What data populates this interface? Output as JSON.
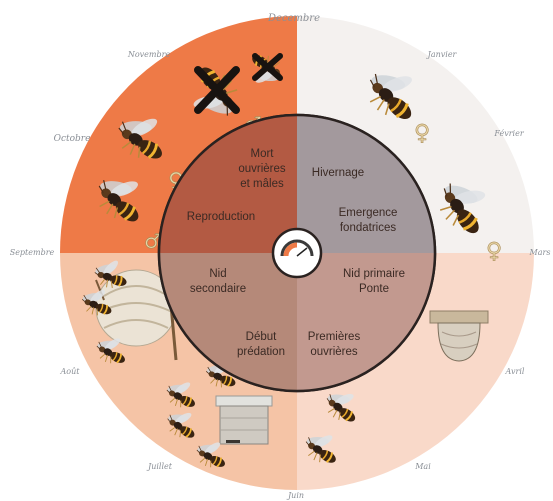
{
  "months": {
    "decembre": "Decembre",
    "janvier": "Janvier",
    "fevrier": "Février",
    "mars": "Mars",
    "avril": "Avril",
    "mai": "Mai",
    "juin": "Juin",
    "juillet": "Juillet",
    "aout": "Août",
    "septembre": "Septembre",
    "octobre": "Octobre",
    "novembre": "Novembre"
  },
  "phases": {
    "mort": [
      "Mort",
      "ouvrières",
      "et mâles"
    ],
    "reproduction": "Reproduction",
    "hivernage": "Hivernage",
    "emergence": [
      "Emergence",
      "fondatrices"
    ],
    "nid_secondaire": [
      "Nid",
      "secondaire"
    ],
    "nid_primaire": [
      "Nid primaire",
      "Ponte"
    ],
    "debut_predation": [
      "Début",
      "prédation"
    ],
    "premieres_ouvrieres": [
      "Premières",
      "ouvrières"
    ]
  },
  "symbols": {
    "male": "♂",
    "female": "♀"
  },
  "colors": {
    "autumn": "#ee7a47",
    "winter": "#f4f1ef",
    "spring": "#f9d9c9",
    "summer": "#f5c4a6",
    "inner_autumn": "#b35a43",
    "inner_winter": "#a3999d",
    "inner_spring": "#c2998f",
    "inner_summer": "#b58979"
  },
  "icons": [
    "hornet-icon",
    "dead-hornet-icon",
    "nest-icon",
    "beehive-icon",
    "primary-nest-icon",
    "cycle-gauge-icon"
  ]
}
